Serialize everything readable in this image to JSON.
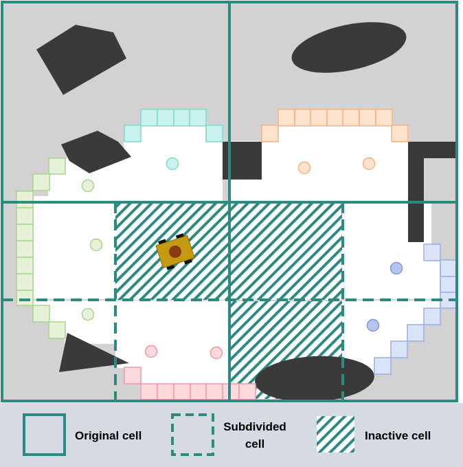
{
  "legend": {
    "original_label": "Original cell",
    "subdivided_label_line1": "Subdivided",
    "subdivided_label_line2": "cell",
    "inactive_label": "Inactive cell"
  },
  "colors": {
    "teal": "#2b8b80",
    "map_background": "#d3d1d2",
    "legend_background": "#d6dae2",
    "obstacle": "#3a3a3a",
    "free_space": "#ffffff",
    "frontier_cyan": "#c9f1ee",
    "frontier_orange": "#fde2ce",
    "frontier_green": "#e6f1d8",
    "frontier_pink": "#fbd9dd",
    "frontier_blue": "#dbe3f6",
    "robot_body": "#c59a10",
    "robot_center": "#8b3a12"
  },
  "icons": {
    "robot": "robot-icon",
    "viewpoint": "viewpoint-marker"
  }
}
